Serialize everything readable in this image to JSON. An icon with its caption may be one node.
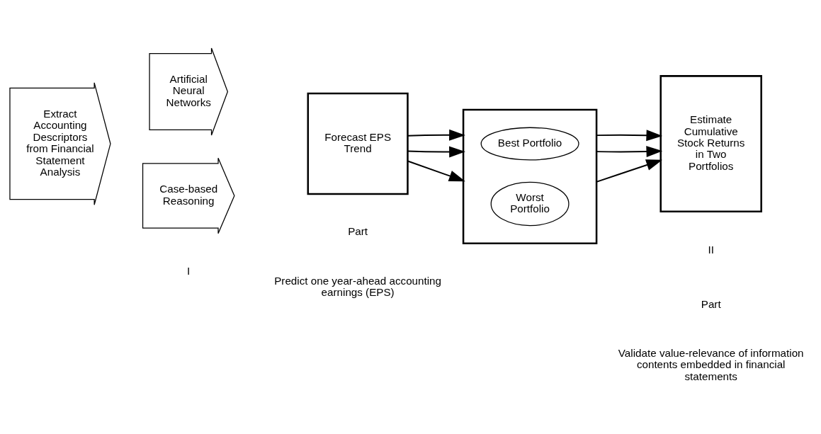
{
  "diagram": {
    "nodes": [
      {
        "text": [
          "Extract Accounting Descriptors from Financial Statement Analysis"
        ]
      },
      {
        "text": [
          "Artificial Neural Networks"
        ]
      },
      {
        "text": [
          "Case-based Reasoning"
        ]
      },
      {
        "text": [
          "Forecast EPS Trend"
        ]
      },
      {
        "text": [],
        "shape": "box"
      },
      {
        "text": [
          "Best Portfolio"
        ],
        "in": 4
      },
      {
        "text": [
          "Worst Portfolio"
        ],
        "in": 4
      },
      {
        "text": [
          "Estimate Cumulative Stock Returns in Two Portfolios"
        ]
      }
    ],
    "edges": [
      {
        "from": 3,
        "to": 4,
        "arrow": "to"
      },
      {
        "from": 3,
        "to": 4,
        "arrow": "to"
      },
      {
        "from": 3,
        "to": 4,
        "arrow": "to"
      },
      {
        "from": 4,
        "to": 7,
        "arrow": "to"
      },
      {
        "from": 4,
        "to": 7,
        "arrow": "to"
      },
      {
        "from": 4,
        "to": 7,
        "arrow": "to"
      }
    ],
    "labels": [
      "I",
      "II",
      "Part",
      "Predict one year-ahead accounting earnings (EPS)",
      "Part",
      "Validate value-relevance of information contents embedded in financial statements"
    ]
  }
}
